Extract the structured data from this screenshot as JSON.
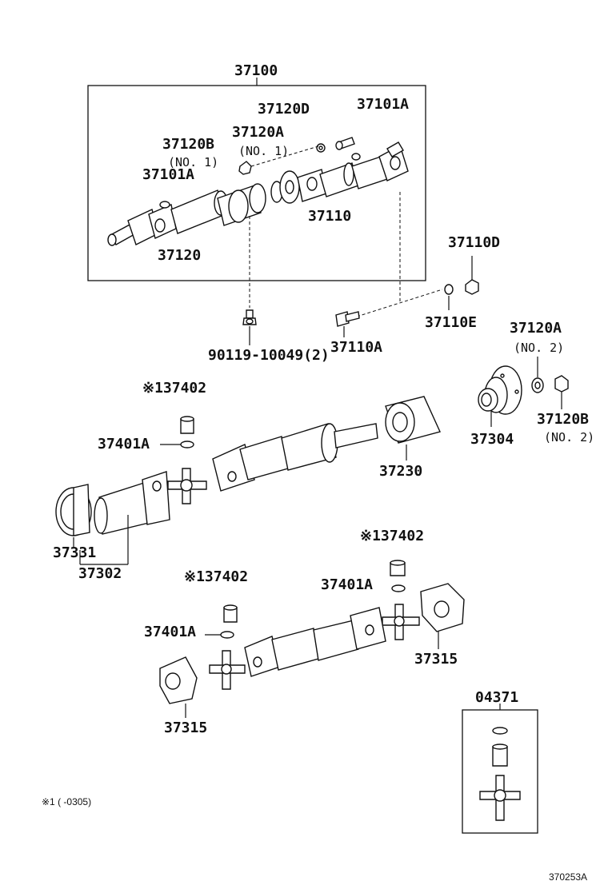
{
  "labels": {
    "l37100": "37100",
    "l37120D": "37120D",
    "l37101A_top": "37101A",
    "l37120A_1": "37120A",
    "l37120A_1_sub": "(NO. 1)",
    "l37120B_1": "37120B",
    "l37120B_1_sub": "(NO. 1)",
    "l37101A_left": "37101A",
    "l37110": "37110",
    "l37120": "37120",
    "l37110D": "37110D",
    "l90119": "90119-10049(2)",
    "l37110A": "37110A",
    "l37110E": "37110E",
    "l37120A_2": "37120A",
    "l37120A_2_sub": "(NO. 2)",
    "l37402_a": "※137402",
    "l37401A_a": "37401A",
    "l37304": "37304",
    "l37120B_2": "37120B",
    "l37120B_2_sub": "(NO. 2)",
    "l37230": "37230",
    "l37331": "37331",
    "l37302": "37302",
    "l37402_b": "※137402",
    "l37401A_b": "37401A",
    "l37402_c": "※137402",
    "l37401A_c": "37401A",
    "l37315_r": "37315",
    "l37315_l": "37315",
    "l04371": "04371",
    "footnote": "※1 (      -0305)",
    "figure_code": "370253A"
  },
  "icons": [
    "propeller-shaft",
    "universal-joint-spider",
    "yoke-flange",
    "center-bearing",
    "bolt",
    "nut",
    "washer",
    "bearing-cup",
    "snap-ring",
    "dust-seal"
  ]
}
